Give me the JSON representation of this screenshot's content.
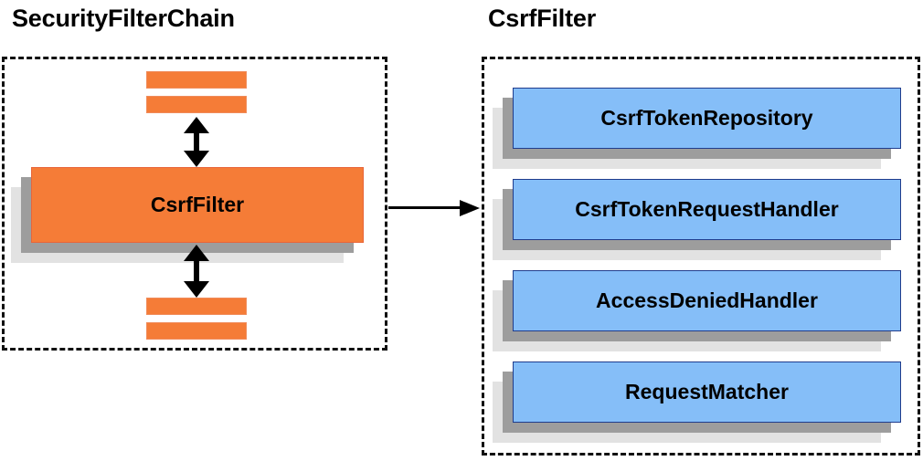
{
  "diagram": {
    "panels": [
      {
        "title": "SecurityFilterChain",
        "highlighted_node": "CsrfFilter",
        "preceding_filter_bars": 2,
        "following_filter_bars": 2
      },
      {
        "title": "CsrfFilter",
        "collaborators": [
          {
            "label": "CsrfTokenRepository"
          },
          {
            "label": "CsrfTokenRequestHandler"
          },
          {
            "label": "AccessDeniedHandler"
          },
          {
            "label": "RequestMatcher"
          }
        ]
      }
    ],
    "connector": {
      "from": "CsrfFilter",
      "to": "CsrfFilter collaborators",
      "style": "solid-arrow-right"
    },
    "colors": {
      "filter_fill": "#f57c37",
      "filter_border": "#e8663a",
      "collaborator_fill": "#85bef8",
      "collaborator_border": "#1f3c8c",
      "shadow_dark": "#9d9d9d",
      "shadow_light": "#e2e2e2",
      "outline": "#111111",
      "text": "#000000",
      "background": "#ffffff"
    }
  }
}
